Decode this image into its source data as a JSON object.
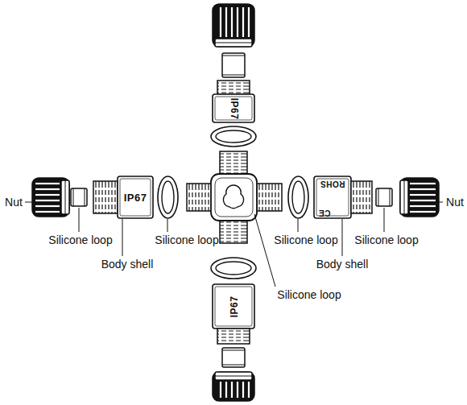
{
  "diagram": {
    "labels": [
      "IP67",
      "Nut",
      "IP67",
      "ROHS",
      "CE",
      "Nut",
      "Silicone loop",
      "Silicone loop",
      "Silicone loop",
      "Silicone loop",
      "Body shell",
      "Body shell",
      "Silicone loop",
      "IP67"
    ]
  }
}
